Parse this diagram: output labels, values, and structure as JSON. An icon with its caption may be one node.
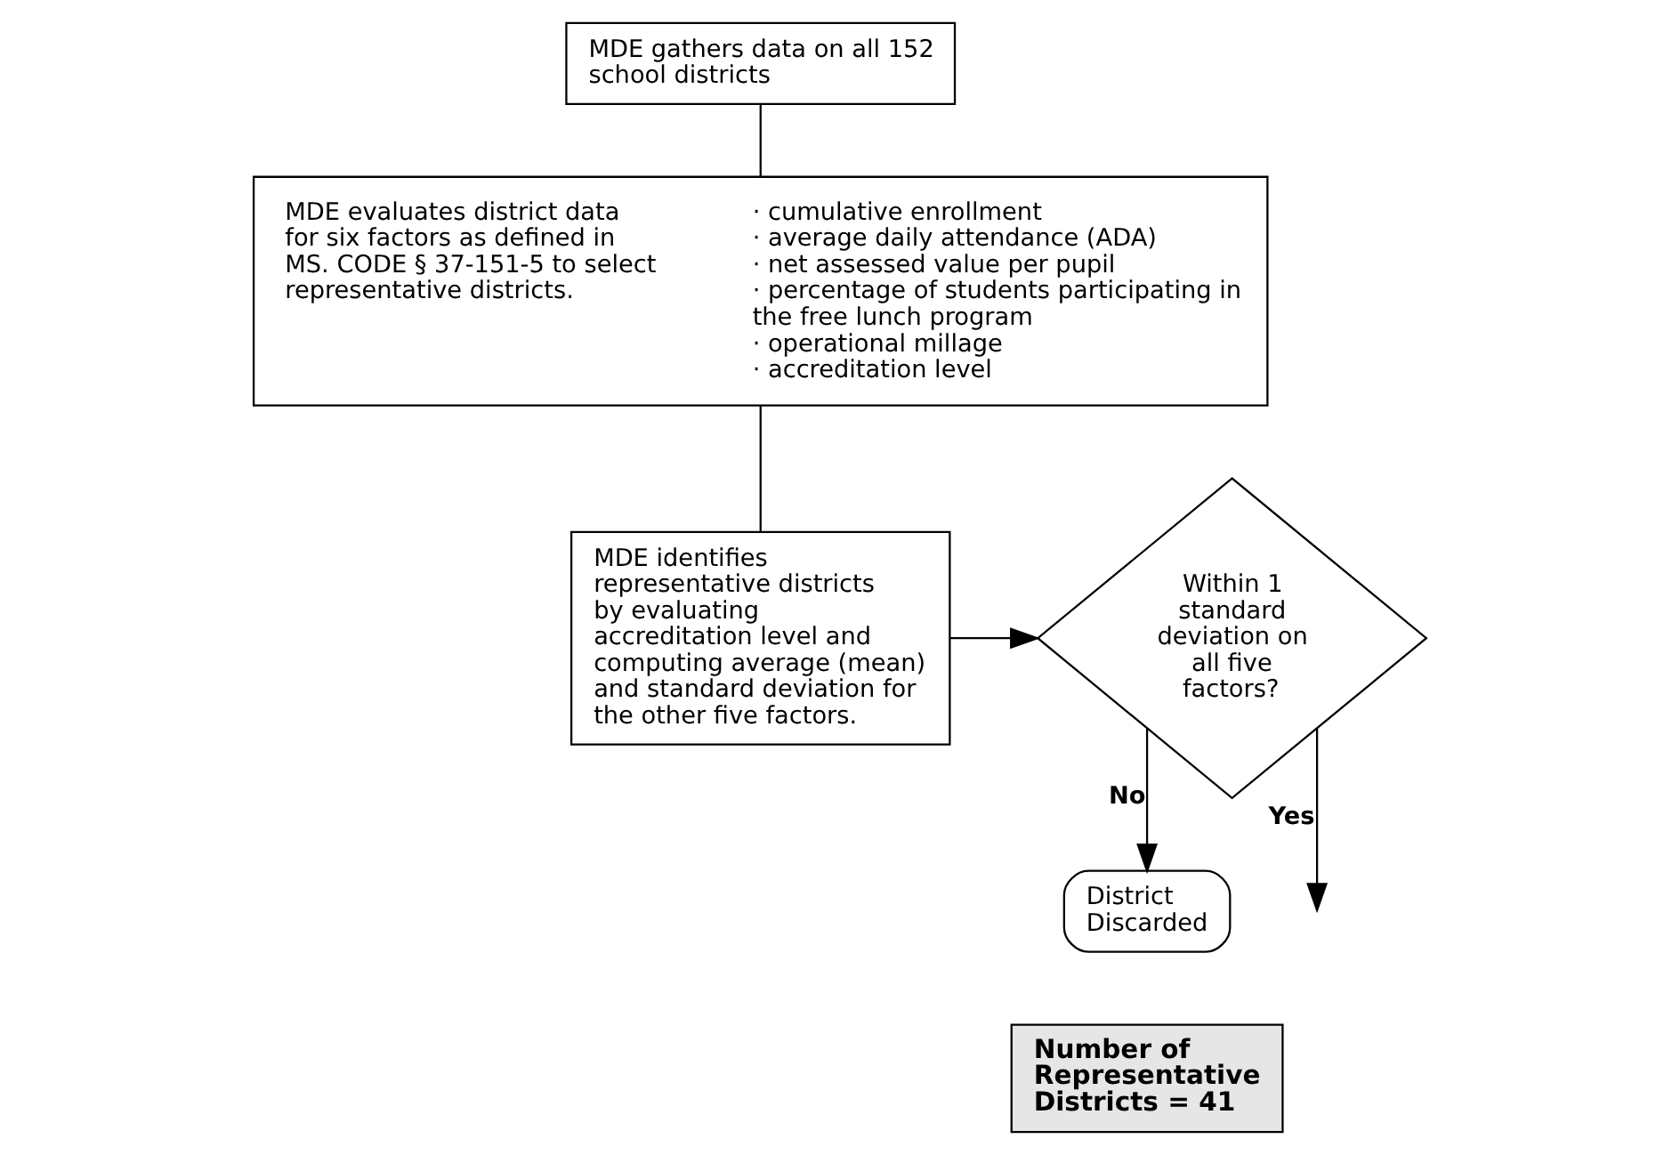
{
  "diagram": {
    "nodes": [
      {
        "text": [
          "MDE gathers data on all 152 school districts"
        ]
      },
      {
        "text": [
          "MDE evaluates district data for six factors as defined in MS. CODE § 37-151-5 to select representative districts.",
          "· cumulative enrollment",
          "· average daily attendance (ADA)",
          "· net assessed value per pupil",
          "· percentage of students participating in the free lunch program",
          "· operational millage",
          "· accreditation level"
        ]
      },
      {
        "text": [
          "MDE identifies representative districts by evaluating accreditation level and computing average (mean) and standard deviation for the other five factors."
        ]
      },
      {
        "text": [
          "Within 1 standard deviation on all five factors?"
        ]
      },
      {
        "text": [
          "District Discarded"
        ]
      },
      {
        "text": [
          "Number of Representative Districts = 41"
        ]
      }
    ],
    "edges": [
      {
        "from": 0,
        "to": 1,
        "arrow": "none"
      },
      {
        "from": 1,
        "to": 2,
        "arrow": "none"
      },
      {
        "from": 2,
        "to": 3,
        "arrow": "to"
      },
      {
        "from": 3,
        "to": 4,
        "arrow": "to",
        "label": "No"
      },
      {
        "from": 3,
        "to": null,
        "arrow": "to",
        "label": "Yes"
      }
    ]
  }
}
